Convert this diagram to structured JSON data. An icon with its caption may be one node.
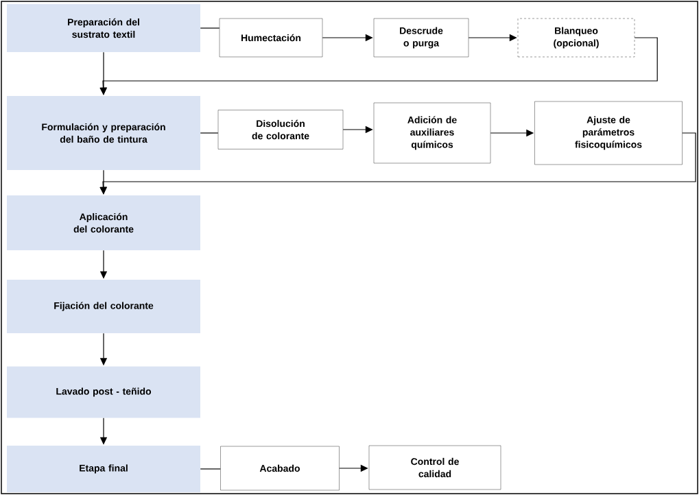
{
  "diagram": {
    "nodes": [
      {
        "text": [
          "Preparación del sustrato textil"
        ]
      },
      {
        "text": [
          "Humectación"
        ]
      },
      {
        "text": [
          "Descrude o purga"
        ]
      },
      {
        "text": [
          "Blanqueo (opcional)"
        ]
      },
      {
        "text": [
          "Formulación y preparación del baño de tintura"
        ]
      },
      {
        "text": [
          "Disolución de colorante"
        ]
      },
      {
        "text": [
          "Adición de auxiliares químicos"
        ]
      },
      {
        "text": [
          "Ajuste de parámetros fisicoquímicos"
        ]
      },
      {
        "text": [
          "Aplicación del colorante"
        ]
      },
      {
        "text": [
          "Fijación del colorante"
        ]
      },
      {
        "text": [
          "Lavado post - teñido"
        ]
      },
      {
        "text": [
          "Etapa final"
        ]
      },
      {
        "text": [
          "Acabado"
        ]
      },
      {
        "text": [
          "Control de calidad"
        ]
      }
    ],
    "edges": [
      {
        "from": 0,
        "to": 1,
        "arrow": "none"
      },
      {
        "from": 1,
        "to": 2,
        "arrow": "to"
      },
      {
        "from": 2,
        "to": 3,
        "arrow": "to"
      },
      {
        "from": 3,
        "to": 4,
        "arrow": "to"
      },
      {
        "from": 0,
        "to": 4,
        "arrow": "to"
      },
      {
        "from": 4,
        "to": 5,
        "arrow": "none"
      },
      {
        "from": 5,
        "to": 6,
        "arrow": "to"
      },
      {
        "from": 6,
        "to": 7,
        "arrow": "to"
      },
      {
        "from": 7,
        "to": 8,
        "arrow": "to"
      },
      {
        "from": 4,
        "to": 8,
        "arrow": "to"
      },
      {
        "from": 8,
        "to": 9,
        "arrow": "to"
      },
      {
        "from": 9,
        "to": 10,
        "arrow": "to"
      },
      {
        "from": 10,
        "to": 11,
        "arrow": "to"
      },
      {
        "from": 11,
        "to": 12,
        "arrow": "none"
      },
      {
        "from": 12,
        "to": 13,
        "arrow": "to"
      }
    ]
  }
}
